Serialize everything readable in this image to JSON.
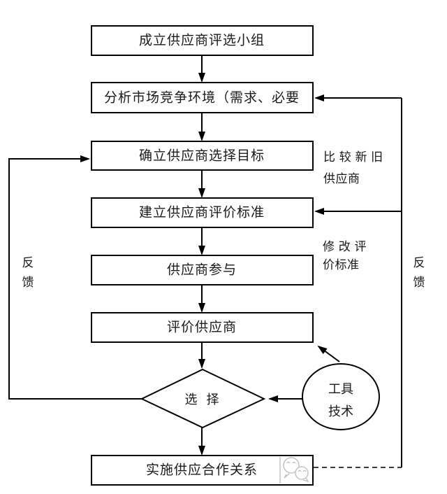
{
  "flowchart": {
    "boxes": [
      {
        "label": "成立供应商评选小组"
      },
      {
        "label": "分析市场竞争环境（需求、必要"
      },
      {
        "label": "确立供应商选择目标"
      },
      {
        "label": "建立供应商评价标准"
      },
      {
        "label": "供应商参与"
      },
      {
        "label": "评价供应商"
      },
      {
        "label": "实施供应合作关系"
      }
    ],
    "decision": {
      "label": "选 择"
    },
    "tool_node": {
      "line1": "工具",
      "line2": "技术"
    },
    "side_labels": {
      "compare_line1": "比 较 新 旧",
      "compare_line2": "供应商",
      "modify_line1": "修 改 评",
      "modify_line2": "价标准",
      "feedback_left_char1": "反",
      "feedback_left_char2": "馈",
      "feedback_right_char1": "反",
      "feedback_right_char2": "馈"
    },
    "watermark_icon": "wechat-chat-bubbles-logo",
    "colors": {
      "line": "#000000",
      "text": "#1a1a1a",
      "watermark": "#c4c4c4",
      "background": "#ffffff"
    }
  }
}
